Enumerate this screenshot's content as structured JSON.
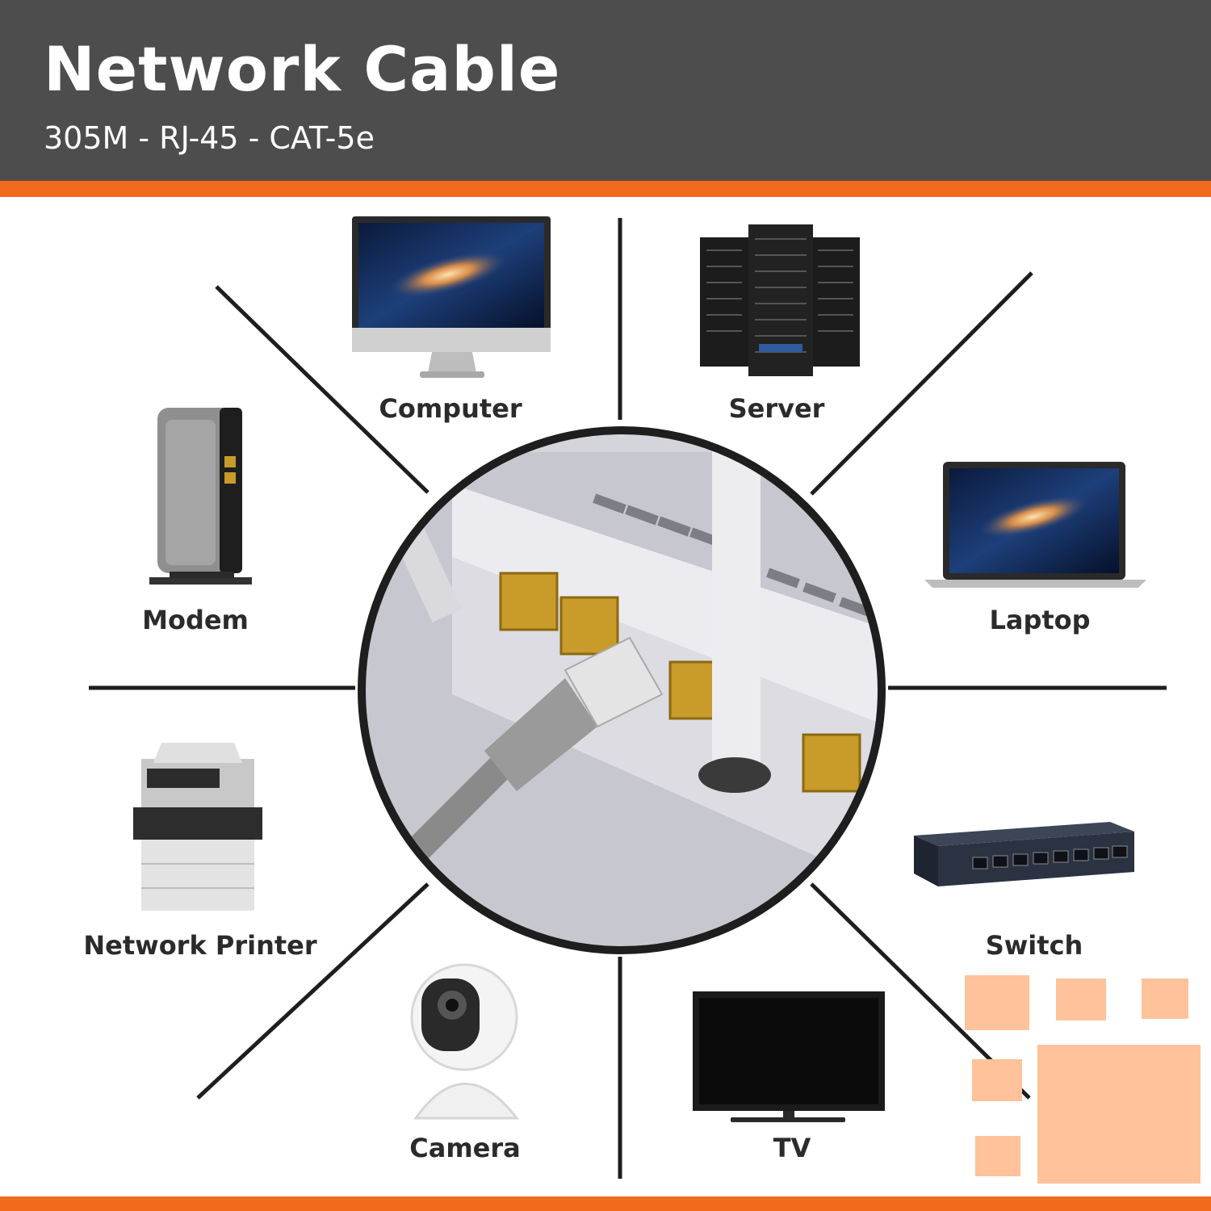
{
  "header": {
    "title": "Network Cable",
    "subtitle": "305M - RJ-45 - CAT-5e"
  },
  "devices": {
    "computer": "Computer",
    "server": "Server",
    "modem": "Modem",
    "laptop": "Laptop",
    "network_printer": "Network Printer",
    "switch": "Switch",
    "camera": "Camera",
    "tv": "TV"
  },
  "colors": {
    "header_bg": "#4d4d4d",
    "accent": "#f26a1b",
    "decor": "#ffc29a"
  }
}
